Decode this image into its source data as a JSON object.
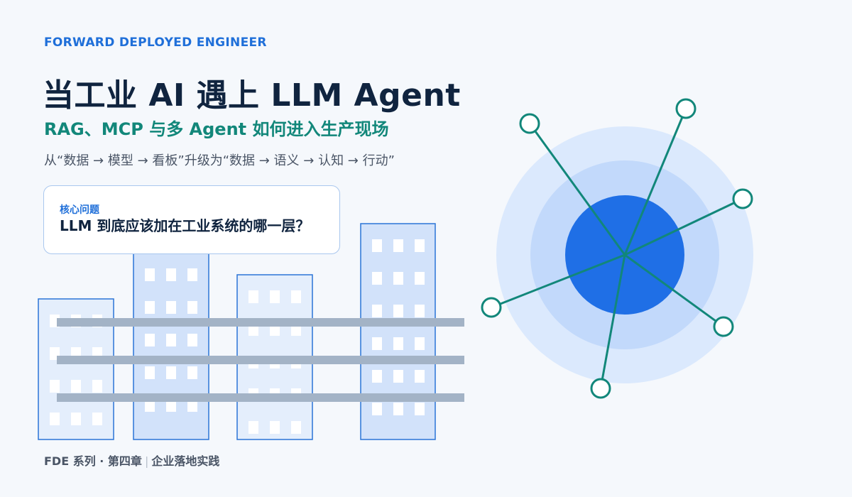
{
  "header": {
    "kicker": "FORWARD DEPLOYED ENGINEER",
    "title": "当工业 AI 遇上 LLM Agent",
    "subtitle": "RAG、MCP 与多 Agent 如何进入生产现场",
    "tagline": "从“数据 → 模型 → 看板”升级为“数据 → 语义 → 认知 → 行动”"
  },
  "callout": {
    "label": "核心问题",
    "question": "LLM 到底应该加在工业系统的哪一层？"
  },
  "footer": {
    "series": "FDE 系列 · 第四章",
    "separator": "|",
    "topic": "企业落地实践"
  },
  "colors": {
    "accent_blue": "#1f6fd9",
    "accent_teal": "#12877a",
    "title_navy": "#10243f",
    "hub_core": "#1f6fe6",
    "hub_ring_inner": "#c2d9fb",
    "hub_ring_outer": "#dbe9fd",
    "pipe_gray": "#a3b3c6"
  },
  "icons": [
    "factory-buildings-illustration",
    "agent-network-hub-illustration"
  ]
}
